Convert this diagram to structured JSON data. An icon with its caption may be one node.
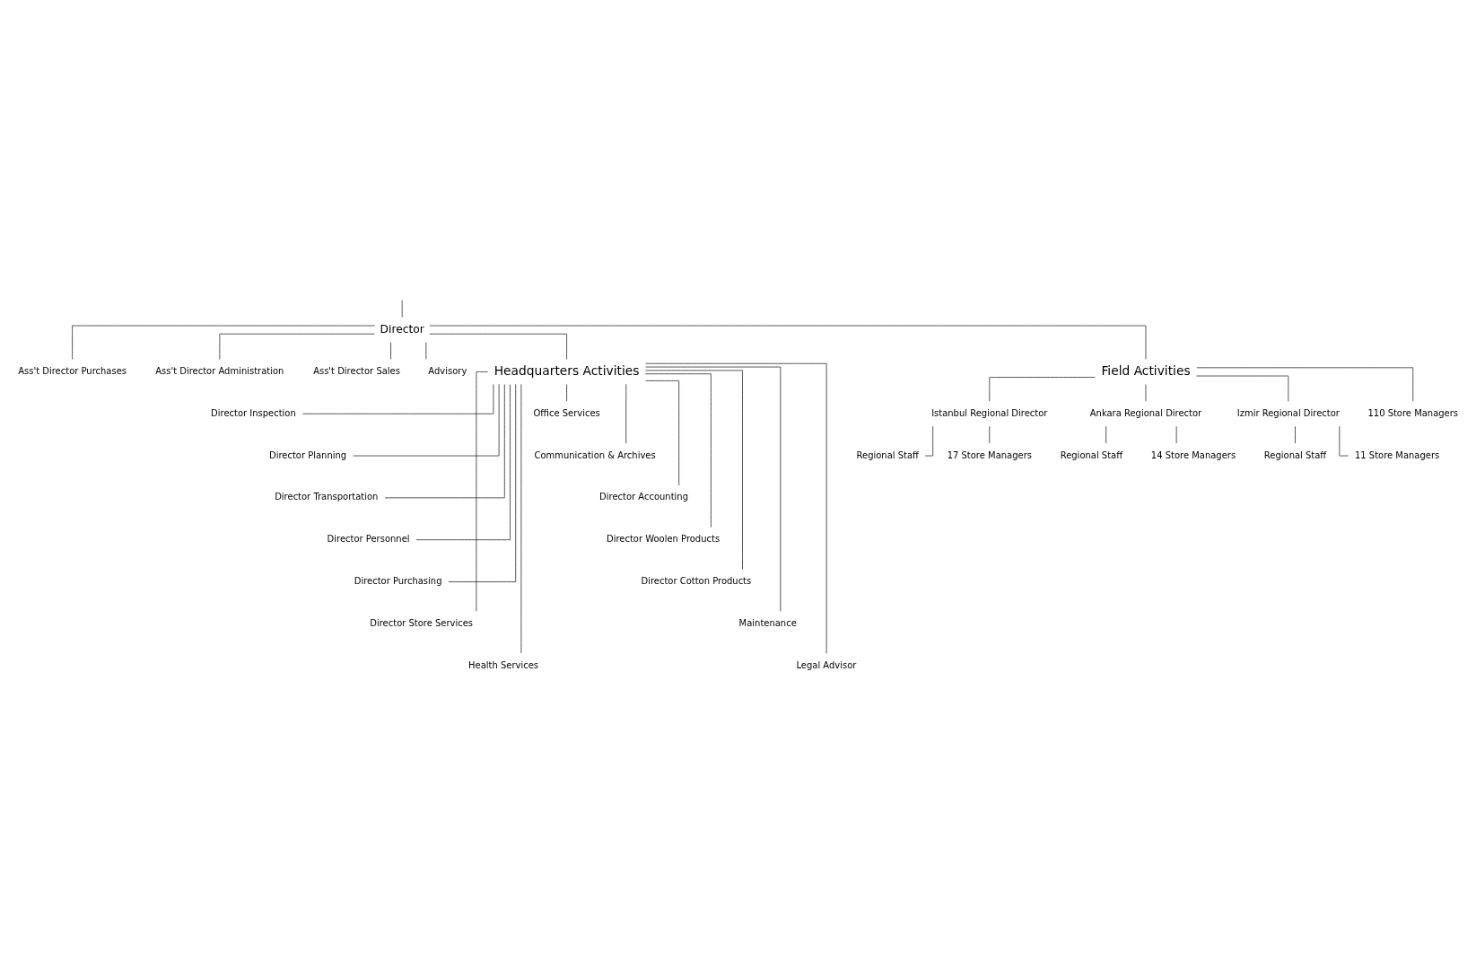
{
  "diagram": {
    "nodes": [
      {
        "text": [
          "Director"
        ]
      },
      {
        "text": [
          "Ass't Director Purchases"
        ]
      },
      {
        "text": [
          "Ass't Director Administration"
        ]
      },
      {
        "text": [
          "Ass't Director Sales"
        ]
      },
      {
        "text": [
          "Advisory"
        ]
      },
      {
        "text": [
          "Headquarters Activities"
        ]
      },
      {
        "text": [
          "Field Activities"
        ]
      },
      {
        "text": [
          "Director Inspection"
        ]
      },
      {
        "text": [
          "Director Planning"
        ]
      },
      {
        "text": [
          "Director Transportation"
        ]
      },
      {
        "text": [
          "Director Personnel"
        ]
      },
      {
        "text": [
          "Director Purchasing"
        ]
      },
      {
        "text": [
          "Director Store Services"
        ]
      },
      {
        "text": [
          "Health Services"
        ]
      },
      {
        "text": [
          "Office Services"
        ]
      },
      {
        "text": [
          "Communication & Archives"
        ]
      },
      {
        "text": [
          "Director Accounting"
        ]
      },
      {
        "text": [
          "Director Woolen Products"
        ]
      },
      {
        "text": [
          "Director Cotton Products"
        ]
      },
      {
        "text": [
          "Maintenance"
        ]
      },
      {
        "text": [
          "Legal Advisor"
        ]
      },
      {
        "text": [
          "Istanbul Regional Director"
        ]
      },
      {
        "text": [
          "Ankara Regional Director"
        ]
      },
      {
        "text": [
          "Izmir Regional Director"
        ]
      },
      {
        "text": [
          "Regional Staff"
        ]
      },
      {
        "text": [
          "17 Store Managers"
        ]
      },
      {
        "text": [
          "Regional Staff"
        ]
      },
      {
        "text": [
          "14 Store Managers"
        ]
      },
      {
        "text": [
          "Regional Staff"
        ]
      },
      {
        "text": [
          "11 Store Managers"
        ]
      },
      {
        "text": [
          "110 Store Managers"
        ]
      }
    ],
    "edges": [
      {
        "from": null,
        "to": 0,
        "arrow": "none"
      },
      {
        "from": 0,
        "to": 1,
        "arrow": "none"
      },
      {
        "from": 0,
        "to": 2,
        "arrow": "none"
      },
      {
        "from": 0,
        "to": 3,
        "arrow": "none"
      },
      {
        "from": 0,
        "to": 4,
        "arrow": "none"
      },
      {
        "from": 0,
        "to": 5,
        "arrow": "none"
      },
      {
        "from": 0,
        "to": 6,
        "arrow": "none"
      },
      {
        "from": 5,
        "to": 7,
        "arrow": "none"
      },
      {
        "from": 5,
        "to": 8,
        "arrow": "none"
      },
      {
        "from": 5,
        "to": 9,
        "arrow": "none"
      },
      {
        "from": 5,
        "to": 10,
        "arrow": "none"
      },
      {
        "from": 5,
        "to": 11,
        "arrow": "none"
      },
      {
        "from": 5,
        "to": 12,
        "arrow": "none"
      },
      {
        "from": 5,
        "to": 13,
        "arrow": "none"
      },
      {
        "from": 5,
        "to": 14,
        "arrow": "none"
      },
      {
        "from": 5,
        "to": 15,
        "arrow": "none"
      },
      {
        "from": 5,
        "to": 16,
        "arrow": "none"
      },
      {
        "from": 5,
        "to": 17,
        "arrow": "none"
      },
      {
        "from": 5,
        "to": 18,
        "arrow": "none"
      },
      {
        "from": 5,
        "to": 19,
        "arrow": "none"
      },
      {
        "from": 5,
        "to": 20,
        "arrow": "none"
      },
      {
        "from": 6,
        "to": 21,
        "arrow": "none"
      },
      {
        "from": 6,
        "to": 22,
        "arrow": "none"
      },
      {
        "from": 6,
        "to": 23,
        "arrow": "none"
      },
      {
        "from": 6,
        "to": 30,
        "arrow": "none"
      },
      {
        "from": 21,
        "to": 24,
        "arrow": "none"
      },
      {
        "from": 21,
        "to": 25,
        "arrow": "none"
      },
      {
        "from": 22,
        "to": 26,
        "arrow": "none"
      },
      {
        "from": 22,
        "to": 27,
        "arrow": "none"
      },
      {
        "from": 23,
        "to": 28,
        "arrow": "none"
      },
      {
        "from": 23,
        "to": 29,
        "arrow": "none"
      }
    ]
  }
}
